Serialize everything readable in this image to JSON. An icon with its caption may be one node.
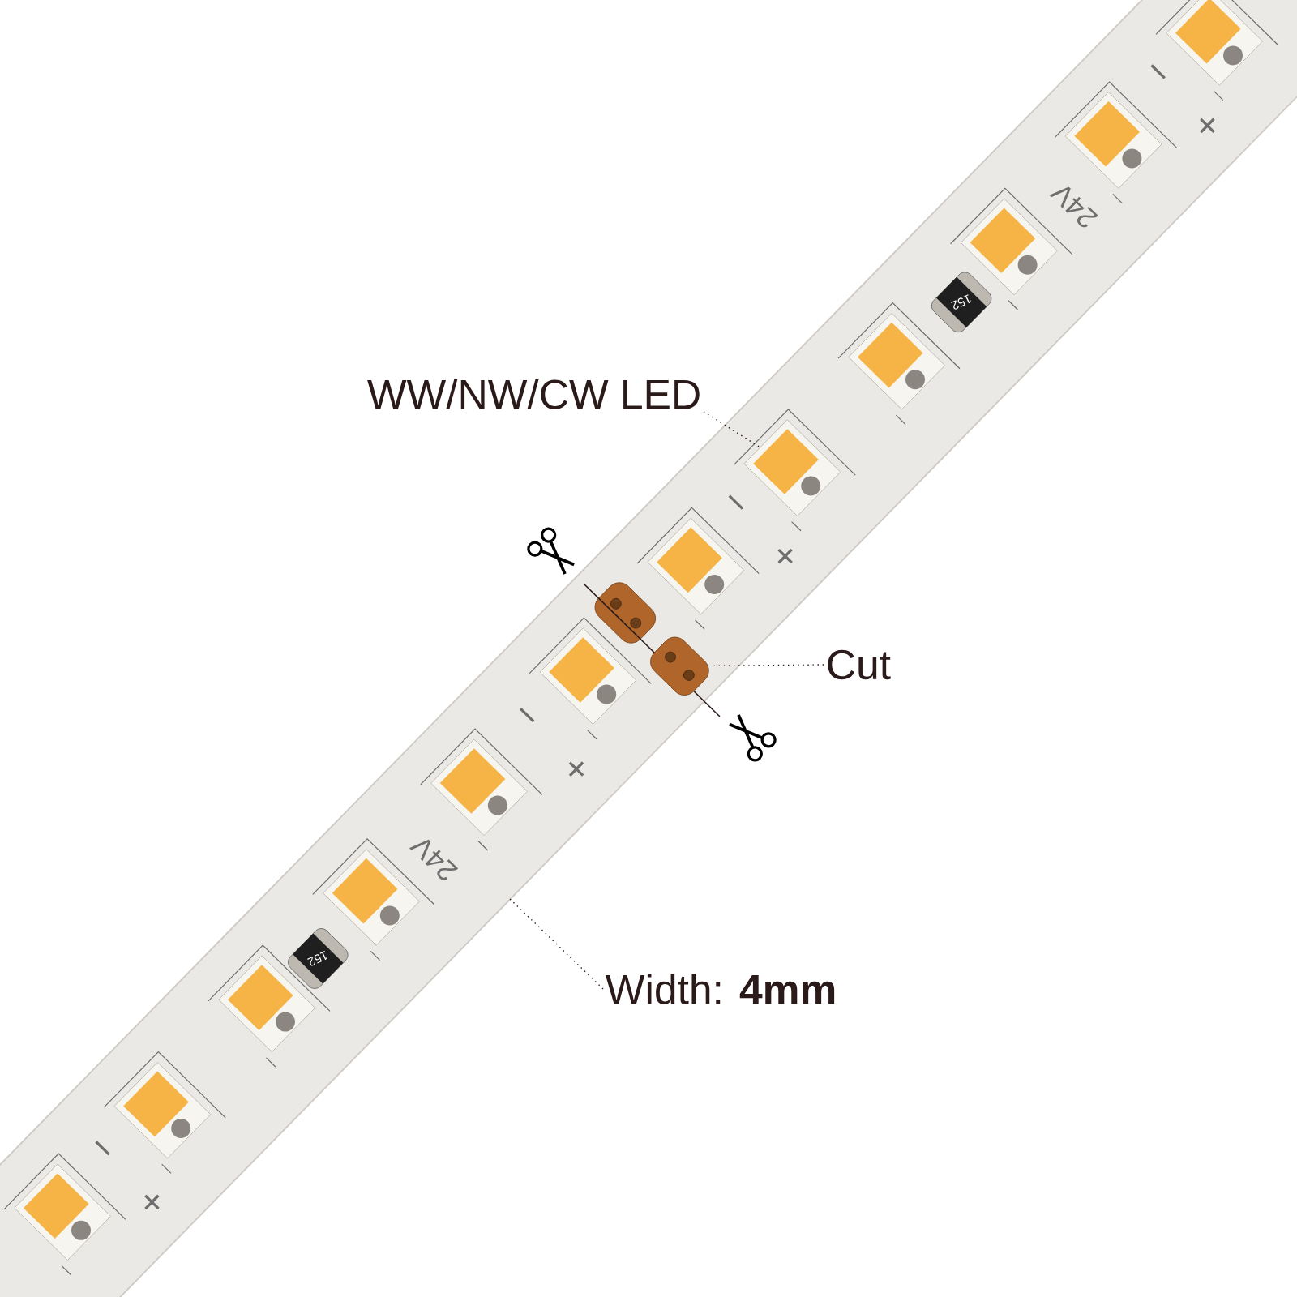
{
  "diagram": {
    "nodes": [
      {
        "text": [
          "WW/NW/CW LED"
        ]
      },
      {
        "text": [
          "Cut"
        ]
      },
      {
        "text": [
          "Width: **4mm**"
        ]
      },
      {
        "text": [],
        "shape": "box"
      },
      {
        "text": [],
        "shape": "box"
      }
    ],
    "edges": [
      {
        "from": 0,
        "to": 3,
        "arrow": "none"
      },
      {
        "from": 1,
        "to": 4,
        "arrow": "none"
      },
      {
        "from": 2,
        "to": null,
        "arrow": "none"
      }
    ],
    "labels": [
      "−",
      "+",
      "24V",
      "152",
      "−",
      "+",
      "−",
      "+",
      "24V",
      "152",
      "−",
      "+"
    ]
  }
}
